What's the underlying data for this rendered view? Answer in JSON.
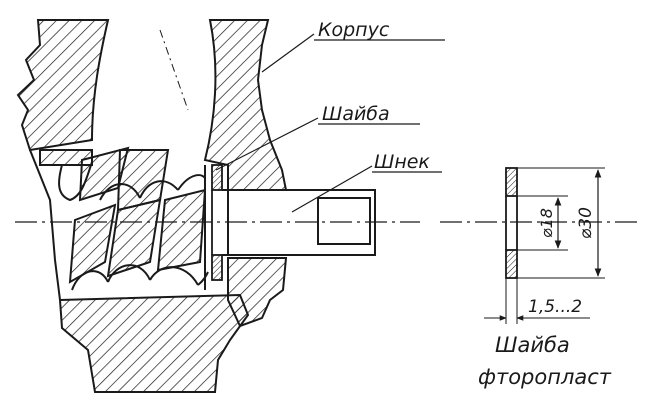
{
  "labels": {
    "korpus": "Корпус",
    "shaiba": "Шайба",
    "shnek": "Шнек",
    "washer_title": "Шайба",
    "washer_material": "фторопласт"
  },
  "dimensions": {
    "inner_diameter": "⌀18",
    "outer_diameter": "⌀30",
    "thickness": "1,5...2"
  }
}
